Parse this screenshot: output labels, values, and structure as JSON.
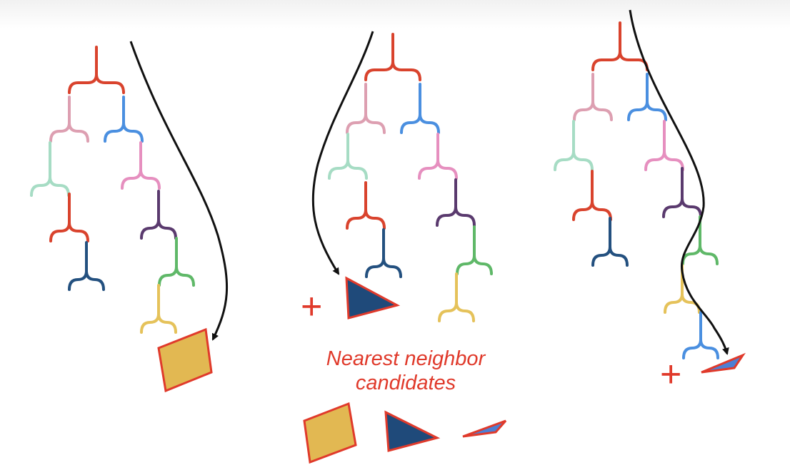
{
  "caption": {
    "line1": "Nearest neighbor",
    "line2": "candidates"
  },
  "plus_symbol": "+",
  "colors": {
    "red": "#d9432d",
    "pink": "#dd9fb1",
    "blue": "#4a8fe0",
    "mint": "#a6dcc4",
    "hotpink": "#e68fbf",
    "purple": "#5a3a6e",
    "navy": "#23507f",
    "green": "#5fb868",
    "yellow": "#e5c25a",
    "shape_fill_yellow": "#e2b852",
    "shape_fill_navy": "#1f4a7a",
    "shape_fill_blue": "#4d7fd4",
    "outline": "#e03a2b",
    "arrow": "#111111"
  },
  "panels": [
    {
      "id": "panel-1",
      "description_shapes": [
        "quad"
      ]
    },
    {
      "id": "panel-2",
      "description_shapes": [
        "triangle"
      ]
    },
    {
      "id": "panel-3",
      "description_shapes": [
        "sliver"
      ]
    }
  ]
}
